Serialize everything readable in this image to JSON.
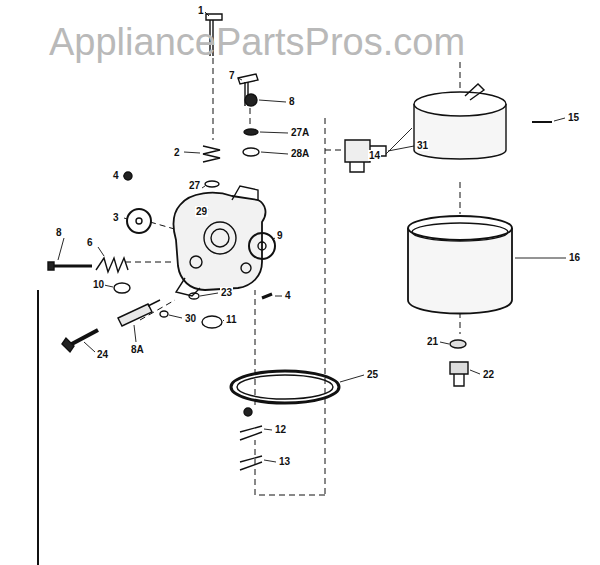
{
  "diagram": {
    "labels": [
      "AppliancePartsPros.com",
      "1",
      "7",
      "2",
      "8",
      "27",
      "27A",
      "29",
      "28A",
      "31",
      "15",
      "14",
      "4",
      "3",
      "9",
      "4",
      "6",
      "8",
      "10",
      "23",
      "30",
      "8A",
      "24",
      "11",
      "16",
      "21",
      "22",
      "25",
      "12",
      "13"
    ]
  }
}
